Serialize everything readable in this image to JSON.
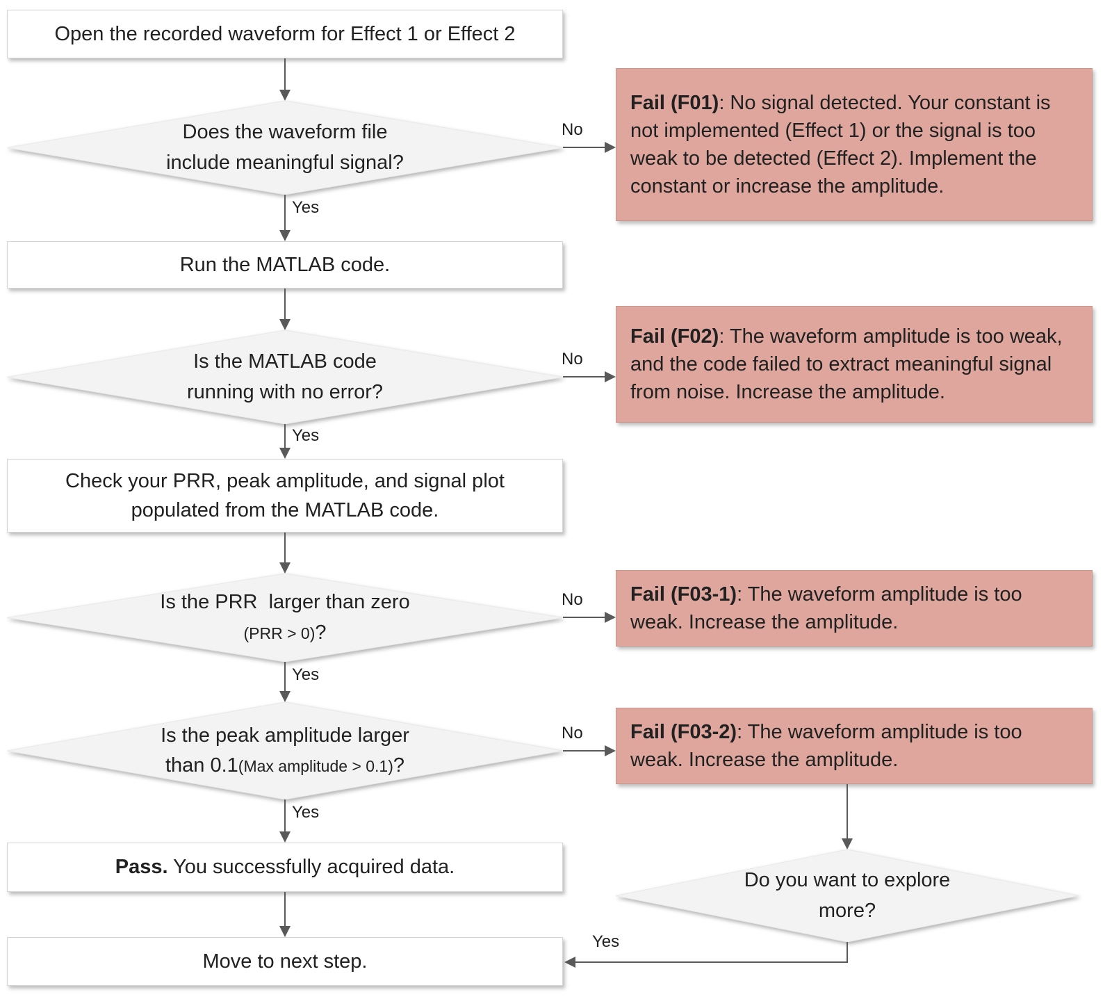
{
  "colors": {
    "fail_bg": "#dea69d",
    "fail_border": "#c9968c",
    "box_bg": "#ffffff",
    "box_border": "#d4d4d4",
    "diamond_fill": "#f3f3f3",
    "diamond_border": "#e9e9e9",
    "arrow": "#595959",
    "text": "#212121"
  },
  "labels": {
    "yes": "Yes",
    "no": "No"
  },
  "nodes": {
    "start": {
      "label": "Open the recorded waveform for Effect 1 or Effect 2"
    },
    "d_signal": {
      "line1": "Does the waveform file",
      "line2": "include meaningful signal?"
    },
    "run": {
      "label": "Run the MATLAB code."
    },
    "d_error": {
      "line1": "Is the MATLAB code",
      "line2": "running with no error?"
    },
    "check": {
      "line1": "Check your PRR, peak amplitude, and signal plot",
      "line2": "populated from the MATLAB code."
    },
    "d_prr": {
      "line1": "Is the PRR  larger than zero",
      "line2_small": "(PRR > 0)",
      "line2_q": "?"
    },
    "d_peak": {
      "line1": "Is the peak amplitude larger",
      "line2_prefix": "than 0.1",
      "line2_small": "(Max amplitude > 0.1)",
      "line2_q": "?"
    },
    "pass": {
      "bold": "Pass.",
      "rest": " You successfully acquired data."
    },
    "move": {
      "label": "Move to next step."
    },
    "d_explore": {
      "line1": "Do you want to explore",
      "line2": "more?"
    },
    "f01": {
      "bold": "Fail (F01)",
      "rest": ": No signal detected. Your constant is not implemented (Effect 1) or the signal is too weak to be detected (Effect 2). Implement the constant or increase the amplitude."
    },
    "f02": {
      "bold": "Fail (F02)",
      "rest": ": The waveform amplitude is too weak, and the code failed to extract meaningful signal from noise. Increase the amplitude."
    },
    "f03_1": {
      "bold": "Fail (F03-1)",
      "rest": ": The waveform amplitude is too weak. Increase the amplitude."
    },
    "f03_2": {
      "bold": "Fail (F03-2)",
      "rest": ": The waveform amplitude is too weak. Increase the amplitude."
    }
  }
}
